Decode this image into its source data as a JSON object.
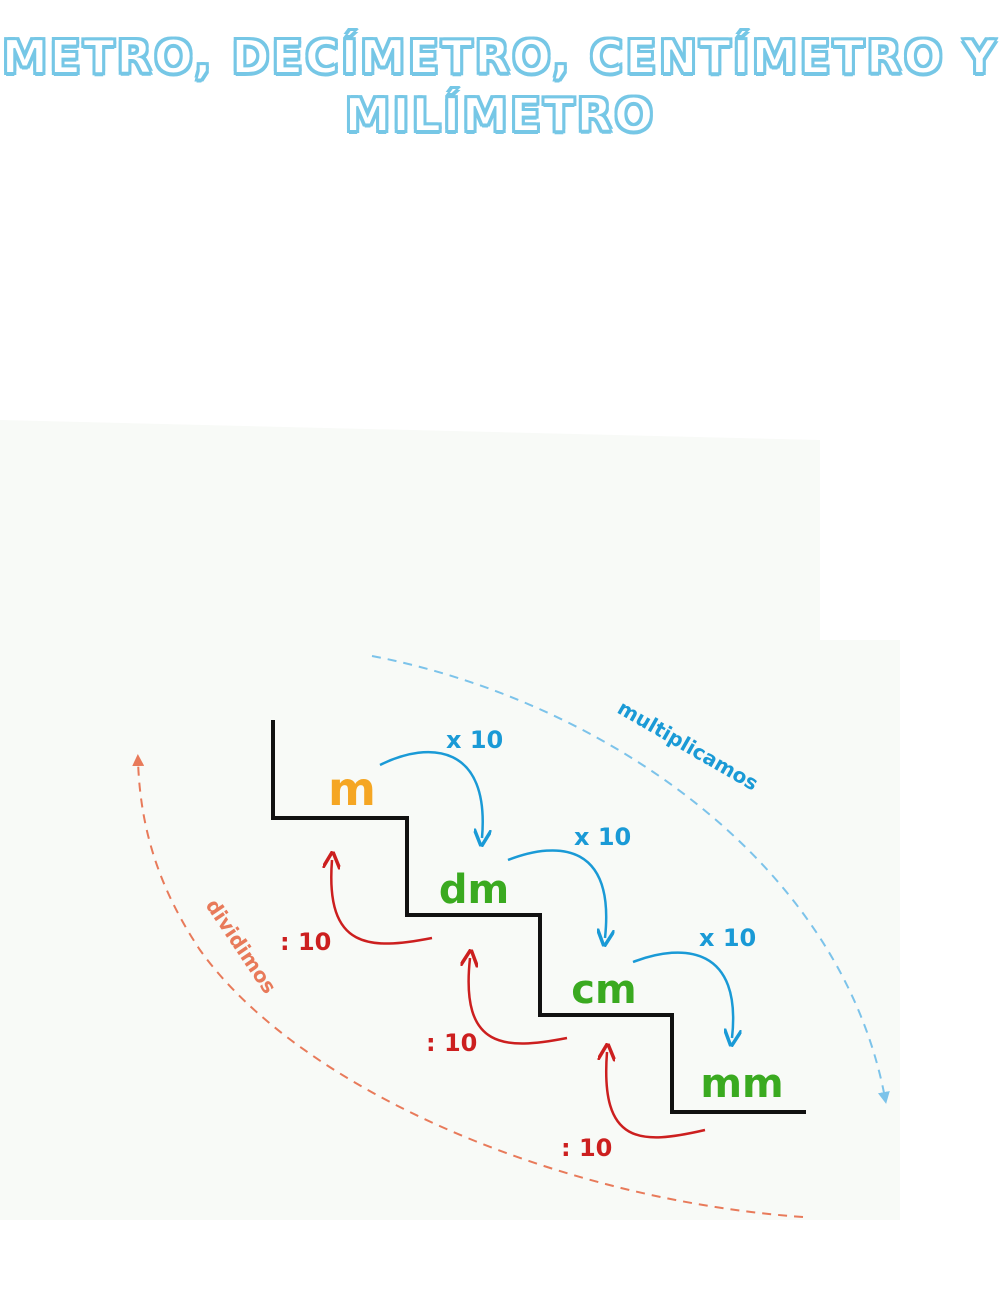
{
  "title": {
    "line1": "METRO, DECÍMETRO, CENTÍMETRO Y",
    "line2": "MILÍMETRO"
  },
  "units": [
    {
      "label": "m",
      "color": "#f5a623"
    },
    {
      "label": "dm",
      "color": "#3aaa20"
    },
    {
      "label": "cm",
      "color": "#3aaa20"
    },
    {
      "label": "mm",
      "color": "#3aaa20"
    }
  ],
  "multiply": {
    "labels": [
      "x 10",
      "x 10",
      "x 10"
    ],
    "color": "#1a9ad6",
    "caption": "multiplicamos",
    "caption_color": "#1a9ad6"
  },
  "divide": {
    "labels": [
      ": 10",
      ": 10",
      ": 10"
    ],
    "color": "#cc1f1f",
    "caption": "dividimos",
    "caption_color": "#e87a5a"
  }
}
